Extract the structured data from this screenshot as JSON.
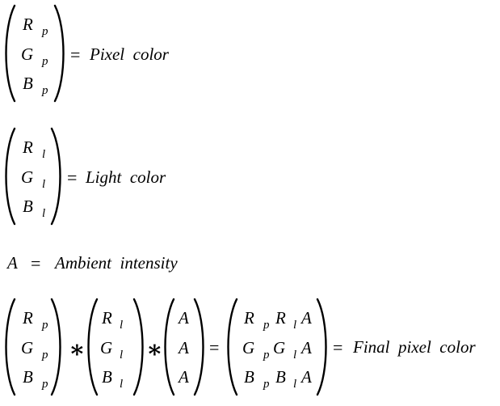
{
  "eq_pixel": {
    "rows": [
      [
        "R",
        "p"
      ],
      [
        "G",
        "p"
      ],
      [
        "B",
        "p"
      ]
    ],
    "equals": "=",
    "label": "Pixel  color"
  },
  "eq_light": {
    "rows": [
      [
        "R",
        "l"
      ],
      [
        "G",
        "l"
      ],
      [
        "B",
        "l"
      ]
    ],
    "equals": "=",
    "label": "Light  color"
  },
  "eq_ambient": {
    "symbol": "A",
    "equals": "=",
    "label": "Ambient  intensity"
  },
  "eq_final": {
    "pixel_rows": [
      [
        "R",
        "p"
      ],
      [
        "G",
        "p"
      ],
      [
        "B",
        "p"
      ]
    ],
    "star": "∗",
    "light_rows": [
      [
        "R",
        "l"
      ],
      [
        "G",
        "l"
      ],
      [
        "B",
        "l"
      ]
    ],
    "ambient_rows": [
      "A",
      "A",
      "A"
    ],
    "equals": "=",
    "product_rows": [
      [
        "R",
        "p",
        "R",
        "l",
        "A"
      ],
      [
        "G",
        "p",
        "G",
        "l",
        "A"
      ],
      [
        "B",
        "p",
        "B",
        "l",
        "A"
      ]
    ],
    "label": "Final  pixel  color"
  }
}
